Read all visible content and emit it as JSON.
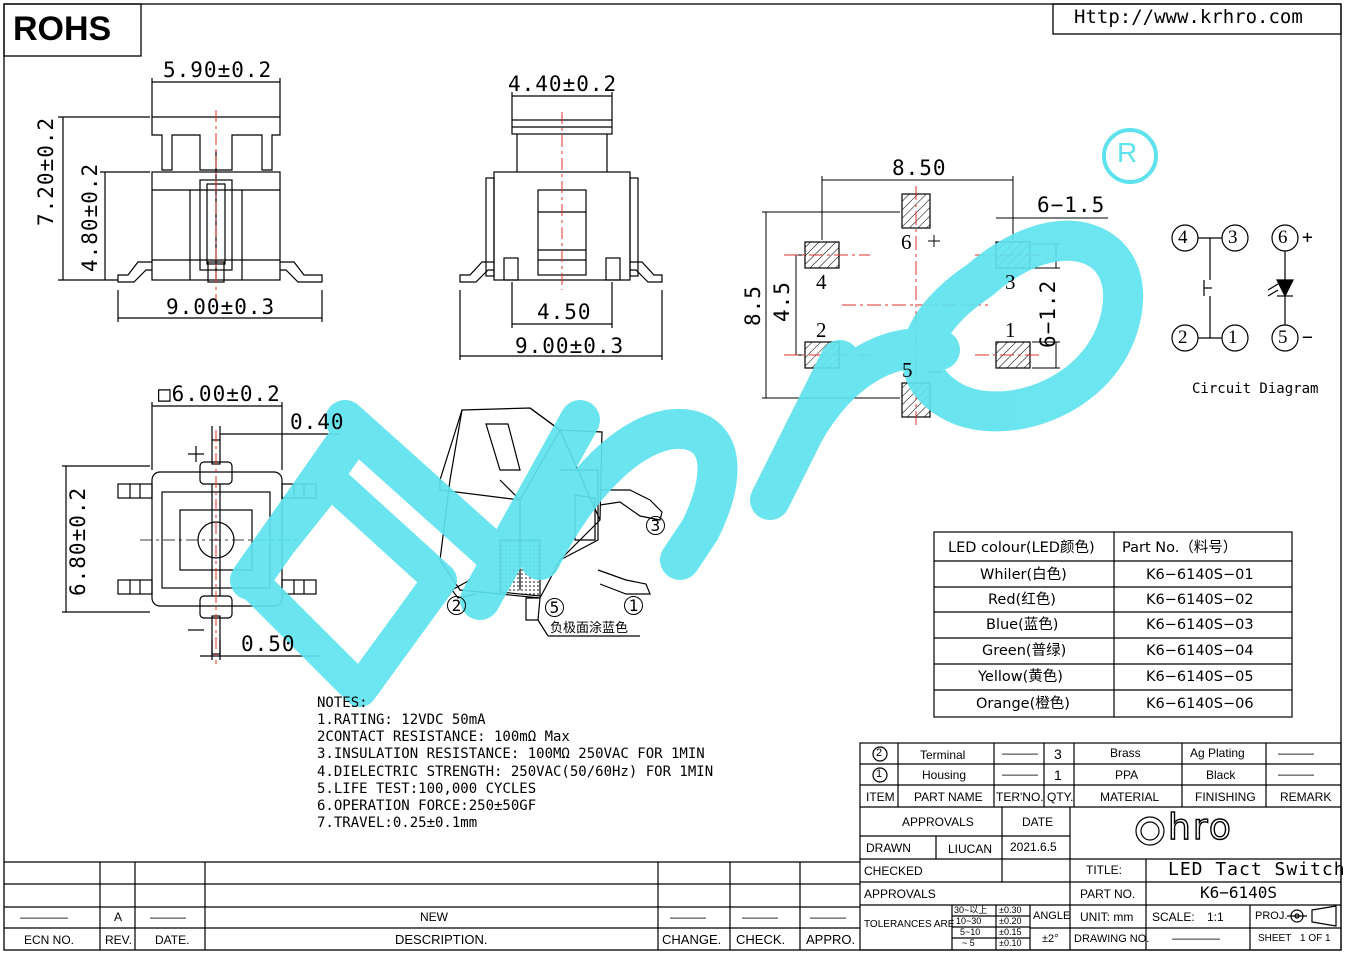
{
  "header": {
    "rohs": "ROHS",
    "url": "Http://www.krhro.com"
  },
  "colors": {
    "watermark": "#5ee3ee",
    "center_line": "#e0302a",
    "line": "#000000"
  },
  "dimensions": {
    "top_width": "5.90±0.2",
    "total_height": "7.20±0.2",
    "body_height": "4.80±0.2",
    "side_width": "9.00±0.3",
    "side_top_width": "4.40±0.2",
    "side_inner": "4.50",
    "side_total": "9.00±0.3",
    "body_square": "□6.00±0.2",
    "pin_width": "0.40",
    "body_depth": "6.80±0.2",
    "pin_offset": "0.50",
    "pcb_width": "8.50",
    "pcb_height": "8.5",
    "pcb_inner": "4.5",
    "pad_size_a": "6−1.5",
    "pad_size_b": "6−1.2"
  },
  "pads": {
    "p1": "1",
    "p2": "2",
    "p3": "3",
    "p4": "4",
    "p5": "5",
    "p6": "6",
    "plus": "+",
    "minus": "−"
  },
  "circuit": {
    "label": "Circuit Diagram",
    "n1": "1",
    "n2": "2",
    "n3": "3",
    "n4": "4",
    "n5": "5",
    "n6": "6",
    "plus": "+",
    "minus": "−"
  },
  "iso": {
    "n1": "1",
    "n2": "2",
    "n3": "3",
    "n5": "5",
    "callout": "负极面涂蓝色"
  },
  "notes": {
    "title": "NOTES:",
    "lines": "1.RATING: 12VDC 50mA\n2CONTACT RESISTANCE: 100mΩ Max\n3.INSULATION RESISTANCE: 100MΩ 250VAC FOR 1MIN\n4.DIELECTRIC STRENGTH: 250VAC(50/60Hz) FOR 1MIN\n5.LIFE TEST:100,000 CYCLES\n6.OPERATION FORCE:250±50GF\n7.TRAVEL:0.25±0.1mm"
  },
  "part_table": {
    "headers": [
      "LED colour(LED颜色)",
      "Part No.（料号）"
    ],
    "rows": [
      [
        "Whiler(白色)",
        "K6−6140S−01"
      ],
      [
        "Red(红色)",
        "K6−6140S−02"
      ],
      [
        "Blue(蓝色)",
        "K6−6140S−03"
      ],
      [
        "Green(普绿)",
        "K6−6140S−04"
      ],
      [
        "Yellow(黄色)",
        "K6−6140S−05"
      ],
      [
        "Orange(橙色)",
        "K6−6140S−06"
      ]
    ]
  },
  "title_block": {
    "item2": "2",
    "item2_name": "Terminal",
    "item2_ter": "———",
    "item2_qty": "3",
    "item2_material": "Brass",
    "item2_finish": "Ag Plating",
    "item2_remark": "———",
    "item1": "1",
    "item1_name": "Housing",
    "item1_ter": "———",
    "item1_qty": "1",
    "item1_material": "PPA",
    "item1_finish": "Black",
    "item1_remark": "———",
    "h_item": "ITEM",
    "h_part": "PART NAME",
    "h_ter": "TER'NO.",
    "h_qty": "QTY.",
    "h_material": "MATERIAL",
    "h_finish": "FINISHING",
    "h_remark": "REMARK",
    "approvals": "APPROVALS",
    "date": "DATE",
    "drawn": "DRAWN",
    "drawn_by": "LIUCAN",
    "drawn_date": "2021.6.5",
    "checked": "CHECKED",
    "approvals2": "APPROVALS",
    "logo": "hro",
    "title_label": "TITLE:",
    "title_value": "LED Tact Switch",
    "partno_label": "PART NO.",
    "partno_value": "K6−6140S",
    "tol_label": "TOLERANCES ARE",
    "tol_r1": "30~以上",
    "tol_v1": "±0.30",
    "tol_r2": "10~30",
    "tol_v2": "±0.20",
    "tol_r3": "5~10",
    "tol_v3": "±0.15",
    "tol_r4": "~ 5",
    "tol_v4": "±0.10",
    "angle": "ANGLE",
    "angle_v": "±2°",
    "unit": "UNIT: mm",
    "scale": "SCALE:",
    "scale_v": "1:1",
    "proj": "PROJ.",
    "drawing_no": "DRAWING NO.",
    "drawing_no_v": "————",
    "sheet": "SHEET",
    "sheet_v": "1 OF 1"
  },
  "revision": {
    "dash1": "————",
    "rev": "A",
    "dash2": "———",
    "desc": "NEW",
    "dash3": "———",
    "dash4": "———",
    "dash5": "———",
    "h_ecn": "ECN NO.",
    "h_rev": "REV.",
    "h_date": "DATE.",
    "h_desc": "DESCRIPTION.",
    "h_change": "CHANGE.",
    "h_check": "CHECK.",
    "h_appro": "APPRO."
  }
}
